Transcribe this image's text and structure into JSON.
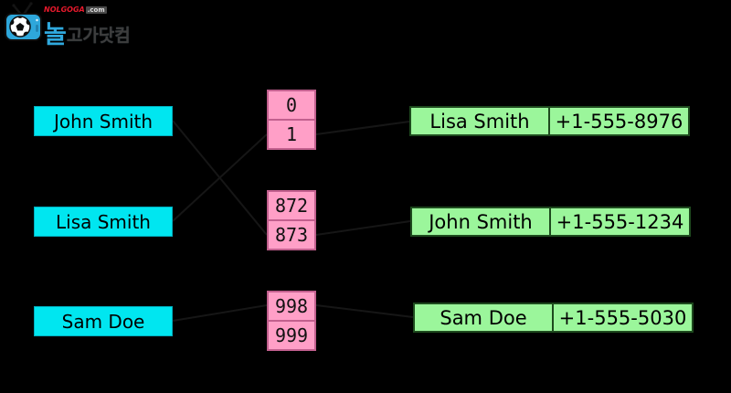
{
  "logo": {
    "icon": "tv-soccer-ball-icon",
    "brand_red": "NOLGOGA",
    "brand_red_suffix": ".com",
    "brand_korean_first": "놀",
    "brand_korean_rest": "고가닷컴",
    "colors": {
      "blue": "#2fa9de",
      "red": "#e8192c"
    }
  },
  "diagram": {
    "type": "hash-table-illustration",
    "keys": [
      "John Smith",
      "Lisa Smith",
      "Sam Doe"
    ],
    "bucket_groups": [
      [
        "0",
        "1"
      ],
      [
        "872",
        "873"
      ],
      [
        "998",
        "999"
      ]
    ],
    "entries": [
      {
        "name": "Lisa Smith",
        "phone": "+1-555-8976"
      },
      {
        "name": "John Smith",
        "phone": "+1-555-1234"
      },
      {
        "name": "Sam Doe",
        "phone": "+1-555-5030"
      }
    ],
    "connections": [
      {
        "from_key": "John Smith",
        "to_bucket": "873"
      },
      {
        "from_key": "Lisa Smith",
        "to_bucket": "1"
      },
      {
        "from_key": "Sam Doe",
        "to_bucket": "998"
      },
      {
        "from_bucket": "1",
        "to_entry": "Lisa Smith"
      },
      {
        "from_bucket": "873",
        "to_entry": "John Smith"
      },
      {
        "from_bucket": "998",
        "to_entry": "Sam Doe"
      }
    ],
    "colors": {
      "background": "#000000",
      "key_fill": "#00e6f0",
      "bucket_fill": "#ff9fc7",
      "bucket_border": "#c2608e",
      "entry_fill": "#9bf69b"
    }
  }
}
